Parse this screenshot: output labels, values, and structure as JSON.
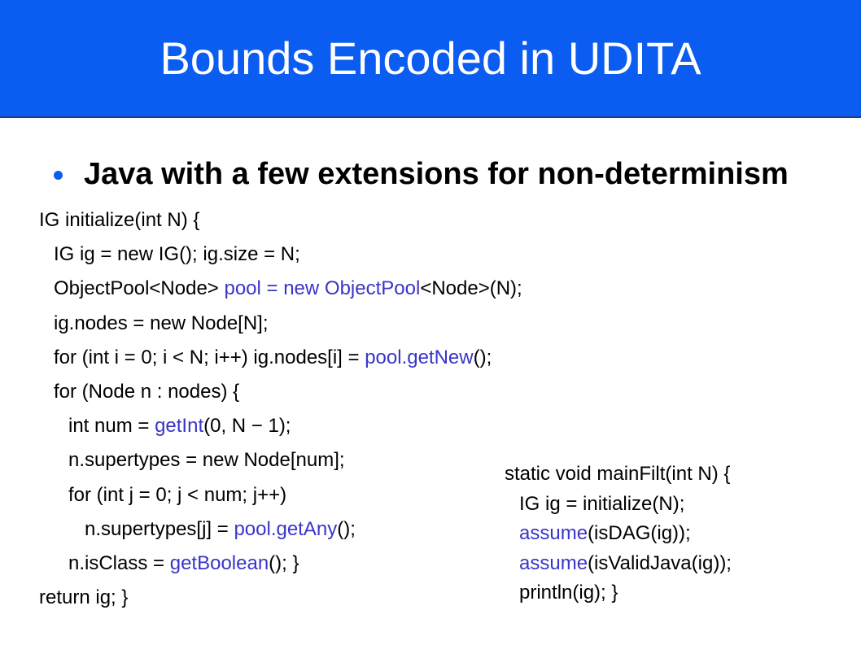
{
  "slide": {
    "title": "Bounds Encoded in UDITA",
    "bullet": "Java with a few extensions for non-determinism"
  },
  "colors": {
    "title_bar": "#0b5cf0",
    "highlight": "#3a35c8",
    "text": "#000000"
  },
  "code_left": [
    [
      {
        "t": "IG initialize(int N) {",
        "h": false
      }
    ],
    [
      {
        "t": "IG ig = new IG(); ig.size = N;",
        "h": false
      }
    ],
    [
      {
        "t": "ObjectPool<Node> ",
        "h": false
      },
      {
        "t": "pool = new ObjectPool",
        "h": true
      },
      {
        "t": "<Node>(N);",
        "h": false
      }
    ],
    [
      {
        "t": "ig.nodes = new Node[N];",
        "h": false
      }
    ],
    [
      {
        "t": "for (int i = 0; i < N; i++) ig.nodes[i] = ",
        "h": false
      },
      {
        "t": "pool.getNew",
        "h": true
      },
      {
        "t": "();",
        "h": false
      }
    ],
    [
      {
        "t": "for (Node n : nodes) {",
        "h": false
      }
    ],
    [
      {
        "t": "int num = ",
        "h": false
      },
      {
        "t": "getInt",
        "h": true
      },
      {
        "t": "(0, N − 1);",
        "h": false
      }
    ],
    [
      {
        "t": "n.supertypes = new Node[num];",
        "h": false
      }
    ],
    [
      {
        "t": "for (int j = 0; j < num; j++)",
        "h": false
      }
    ],
    [
      {
        "t": "n.supertypes[j] = ",
        "h": false
      },
      {
        "t": "pool.getAny",
        "h": true
      },
      {
        "t": "();",
        "h": false
      }
    ],
    [
      {
        "t": "n.isClass = ",
        "h": false
      },
      {
        "t": "getBoolean",
        "h": true
      },
      {
        "t": "(); }",
        "h": false
      }
    ],
    [
      {
        "t": "return ig; }",
        "h": false
      }
    ]
  ],
  "code_right": [
    [
      {
        "t": "static void mainFilt(int N) {",
        "h": false
      }
    ],
    [
      {
        "t": "IG ig = initialize(N);",
        "h": false
      }
    ],
    [
      {
        "t": "assume",
        "h": true
      },
      {
        "t": "(isDAG(ig));",
        "h": false
      }
    ],
    [
      {
        "t": "assume",
        "h": true
      },
      {
        "t": "(isValidJava(ig));",
        "h": false
      }
    ],
    [
      {
        "t": "println(ig); }",
        "h": false
      }
    ]
  ]
}
